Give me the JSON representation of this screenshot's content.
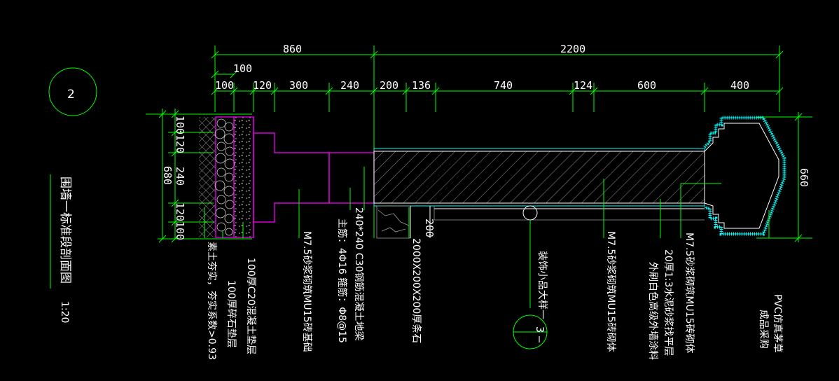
{
  "detail_mark": {
    "number": "2"
  },
  "title": {
    "text": "围墙一标准段剖面图",
    "scale": "1:20"
  },
  "top_dims": {
    "overall": [
      "860",
      "2200"
    ],
    "sub": "100",
    "segments": [
      "100",
      "120",
      "300",
      "240",
      "200",
      "136",
      "740",
      "124",
      "600",
      "400"
    ]
  },
  "left_dims": {
    "segments": [
      "100",
      "120",
      "240",
      "120",
      "100"
    ],
    "total": "680"
  },
  "right_dims": {
    "total": "660"
  },
  "small_dims": {
    "gap": "200"
  },
  "callouts": {
    "soil": "素土夯实，夯实系数>0.93",
    "gravel": "100厚碎石垫层",
    "concrete": "100厚C20混凝土垫层",
    "foundation": "M7.5砂浆砌筑MU15砖基础",
    "beam_line1": "240*240  C30钢筋混凝土地梁",
    "beam_line2": "主筋：4Φ16    箍筋：Φ8@15",
    "stone": "2000X200X200厚条石",
    "ornament": "装饰小品大样一",
    "wall_body": "M7.5砂浆砌筑MU15砖砌体",
    "plaster_line1": "20厚1:3水泥砂浆找平层",
    "plaster_line2": "外刷白色高级外墙涂料",
    "cap_body": "M7.5砂浆砌筑MU15砖砌体",
    "pvc_line1": "PVC仿真茅草",
    "pvc_line2": "成品采购"
  },
  "ref_bubble": {
    "top": "3",
    "bottom": "—"
  },
  "colors": {
    "background": "#000000",
    "dimension": "#00ff00",
    "foundation": "#ff00ff",
    "finish": "#00ffff",
    "text": "#ffffff"
  }
}
